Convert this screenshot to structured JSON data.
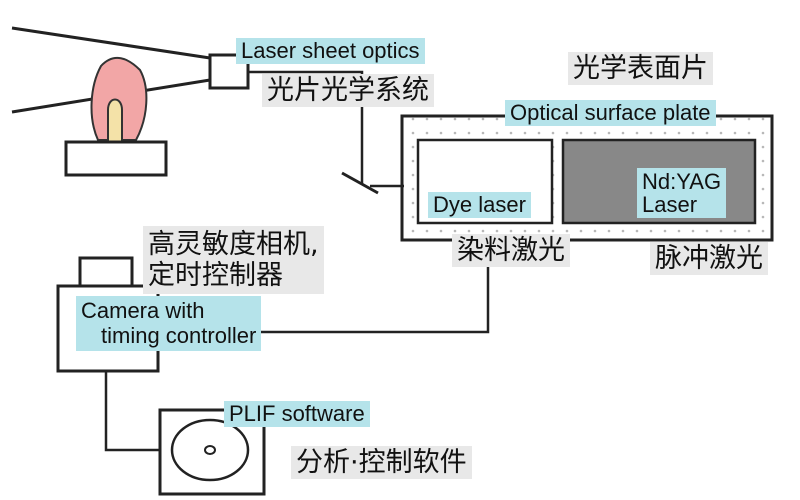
{
  "labels": {
    "laser_sheet_optics": "Laser sheet optics",
    "laser_sheet_optics_zh": "光片光学系统",
    "optical_surface_plate_zh": "光学表面片",
    "optical_surface_plate": "Optical surface plate",
    "dye_laser": "Dye laser",
    "dye_laser_zh": "染料激光",
    "ndyag_line1": "Nd:YAG",
    "ndyag_line2": "Laser",
    "ndyag_zh": "脉冲激光",
    "camera_zh_line1": "高灵敏度相机,",
    "camera_zh_line2": "定时控制器",
    "camera_line1": "Camera with",
    "camera_line2": "timing controller",
    "plif_software": "PLIF software",
    "plif_software_zh": "分析·控制软件"
  },
  "colors": {
    "label_en_bg": "#b5e3ea",
    "label_zh_bg": "#e8e8e8",
    "flame": "#f2a6a6",
    "flame_core": "#f4e2a8",
    "ndyag_fill": "#888888",
    "line": "#222222"
  }
}
